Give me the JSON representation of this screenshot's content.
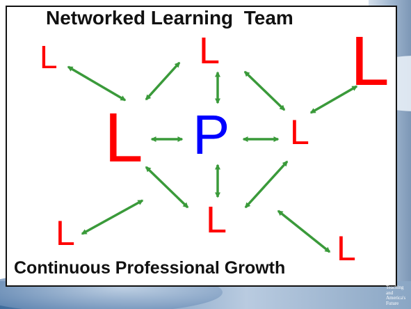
{
  "slide": {
    "title": "Networked Learning  Team",
    "subtitle": "Continuous Professional Growth"
  },
  "diagram": {
    "center_letter": "P",
    "learner_letter": "L",
    "colors": {
      "center": "#0000ff",
      "learner": "#ff0000",
      "arrow": "#3a9a3a",
      "title_text": "#111111"
    },
    "links": [
      [
        "center",
        "left"
      ],
      [
        "center",
        "right"
      ],
      [
        "center",
        "top"
      ],
      [
        "center",
        "bottom"
      ],
      [
        "left",
        "top"
      ],
      [
        "top",
        "right"
      ],
      [
        "left",
        "bottom"
      ],
      [
        "right",
        "bottom"
      ],
      [
        "top_left",
        "left"
      ],
      [
        "top_right",
        "right"
      ],
      [
        "bottom_left",
        "left"
      ],
      [
        "bottom_right",
        "bottom"
      ]
    ]
  },
  "logo": {
    "lines": [
      "Teaching and",
      "America's",
      "Future"
    ]
  }
}
